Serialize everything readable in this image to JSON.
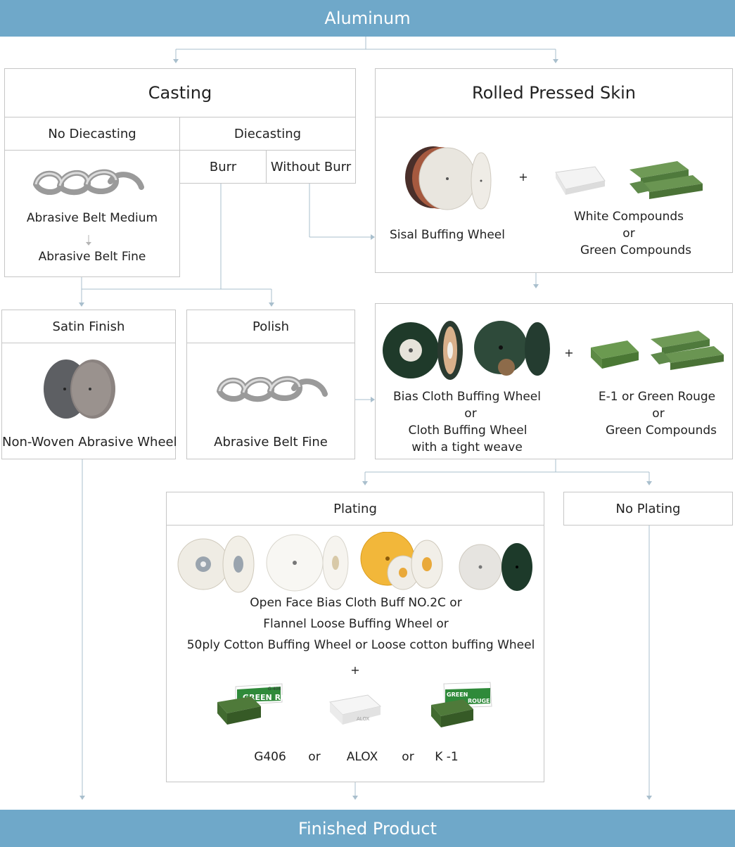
{
  "top": "Aluminum",
  "bottom": "Finished Product",
  "casting": {
    "title": "Casting",
    "no_diecasting": "No Diecasting",
    "diecasting": "Diecasting",
    "burr": "Burr",
    "without_burr": "Without Burr",
    "belt_medium": "Abrasive Belt Medium",
    "belt_fine": "Abrasive Belt Fine"
  },
  "rolled": {
    "title": "Rolled Pressed Skin",
    "wheel": "Sisal Buffing Wheel",
    "plus": "+",
    "white": "White Compounds",
    "or": "or",
    "green": "Green Compounds"
  },
  "satin": {
    "title": "Satin Finish",
    "wheel": "Non-Woven Abrasive Wheel"
  },
  "polish": {
    "title": "Polish",
    "belt": "Abrasive Belt Fine"
  },
  "bias": {
    "line1": "Bias Cloth Buffing Wheel",
    "or": "or",
    "line2": "Cloth Buffing Wheel",
    "line3": "with a tight weave",
    "plus": "+",
    "e1": "E-1   or   Green Rouge",
    "or2": "or",
    "green": "Green Compounds"
  },
  "plating": {
    "title": "Plating",
    "line1": "Open Face Bias Cloth Buff NO.2C   or",
    "line2": "Flannel Loose Buffing Wheel   or",
    "line3": "50ply Cotton Buffing Wheel  or   Loose cotton buffing Wheel",
    "plus": "+",
    "g406": "G406",
    "or_a": "or",
    "alox": "ALOX",
    "or_b": "or",
    "k1": "K  -1",
    "label_green_rouge": "GREEN ROUGE",
    "label_g406": "G-406",
    "label_alox": "ALOX",
    "label_green": "GREEN",
    "label_rouge": "ROUGE"
  },
  "no_plating": {
    "title": "No Plating"
  },
  "colors": {
    "bar": "#6fa8c9",
    "line": "#9fb8c9",
    "border": "#c6c6c6"
  }
}
